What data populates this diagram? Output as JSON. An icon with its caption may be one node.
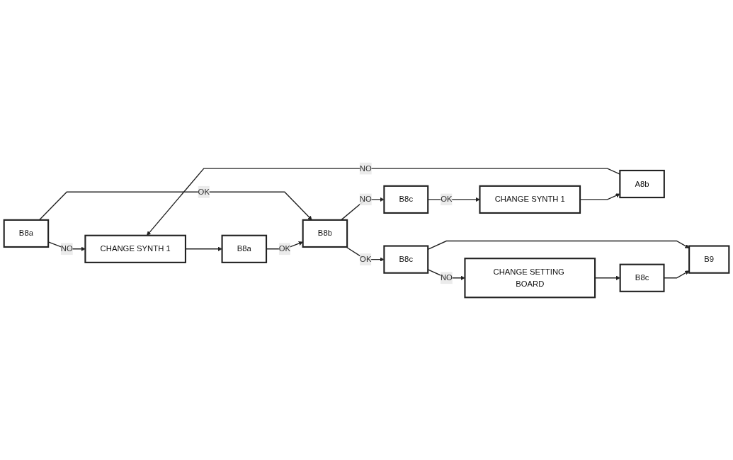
{
  "diagram": {
    "nodes": [
      {
        "text": [
          "B8a"
        ]
      },
      {
        "text": [
          "CHANGE SYNTH 1"
        ]
      },
      {
        "text": [
          "B8a"
        ]
      },
      {
        "text": [
          "B8b"
        ]
      },
      {
        "text": [
          "B8c"
        ]
      },
      {
        "text": [
          "CHANGE SYNTH 1"
        ]
      },
      {
        "text": [
          "A8b"
        ]
      },
      {
        "text": [
          "B8c"
        ]
      },
      {
        "text": [
          "CHANGE SETTING BOARD"
        ]
      },
      {
        "text": [
          "B8c"
        ]
      },
      {
        "text": [
          "B9"
        ]
      }
    ],
    "edges": [
      {
        "from": 0,
        "to": 1,
        "arrow": "to",
        "label": "NO"
      },
      {
        "from": 1,
        "to": 2,
        "arrow": "to"
      },
      {
        "from": 2,
        "to": 3,
        "arrow": "to",
        "label": "OK"
      },
      {
        "from": 0,
        "to": 3,
        "arrow": "to",
        "label": "OK"
      },
      {
        "from": 3,
        "to": 4,
        "arrow": "to",
        "label": "NO"
      },
      {
        "from": 4,
        "to": 5,
        "arrow": "to",
        "label": "OK"
      },
      {
        "from": 5,
        "to": 6,
        "arrow": "to"
      },
      {
        "from": 6,
        "to": 1,
        "arrow": "to",
        "label": "NO"
      },
      {
        "from": 3,
        "to": 7,
        "arrow": "to",
        "label": "OK"
      },
      {
        "from": 7,
        "to": 8,
        "arrow": "to",
        "label": "NO"
      },
      {
        "from": 8,
        "to": 9,
        "arrow": "to"
      },
      {
        "from": 9,
        "to": 10,
        "arrow": "to"
      },
      {
        "from": 7,
        "to": 10,
        "arrow": "to"
      }
    ]
  }
}
